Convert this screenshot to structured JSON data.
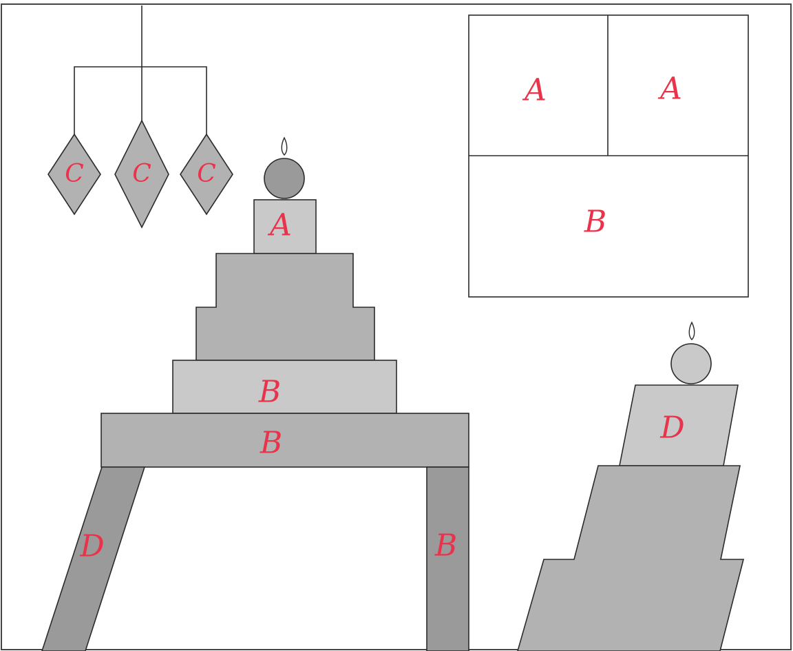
{
  "colors": {
    "label": "#e8334a",
    "outline": "#2a2a2a",
    "piece_light": "#c9c9c9",
    "piece_mid": "#b2b2b2",
    "piece_dark": "#9a9a9a",
    "paper": "#ffffff"
  },
  "mobile": {
    "diamond_left_label": "C",
    "diamond_center_label": "C",
    "diamond_right_label": "C"
  },
  "square_key": {
    "top_left_label": "A",
    "top_right_label": "A",
    "bottom_label": "B"
  },
  "cake": {
    "top_block_label": "A",
    "middle_tier_label": "B",
    "table_top_label": "B",
    "left_leg_label": "D",
    "right_leg_label": "B"
  },
  "right_figure": {
    "upper_block_label": "D"
  }
}
